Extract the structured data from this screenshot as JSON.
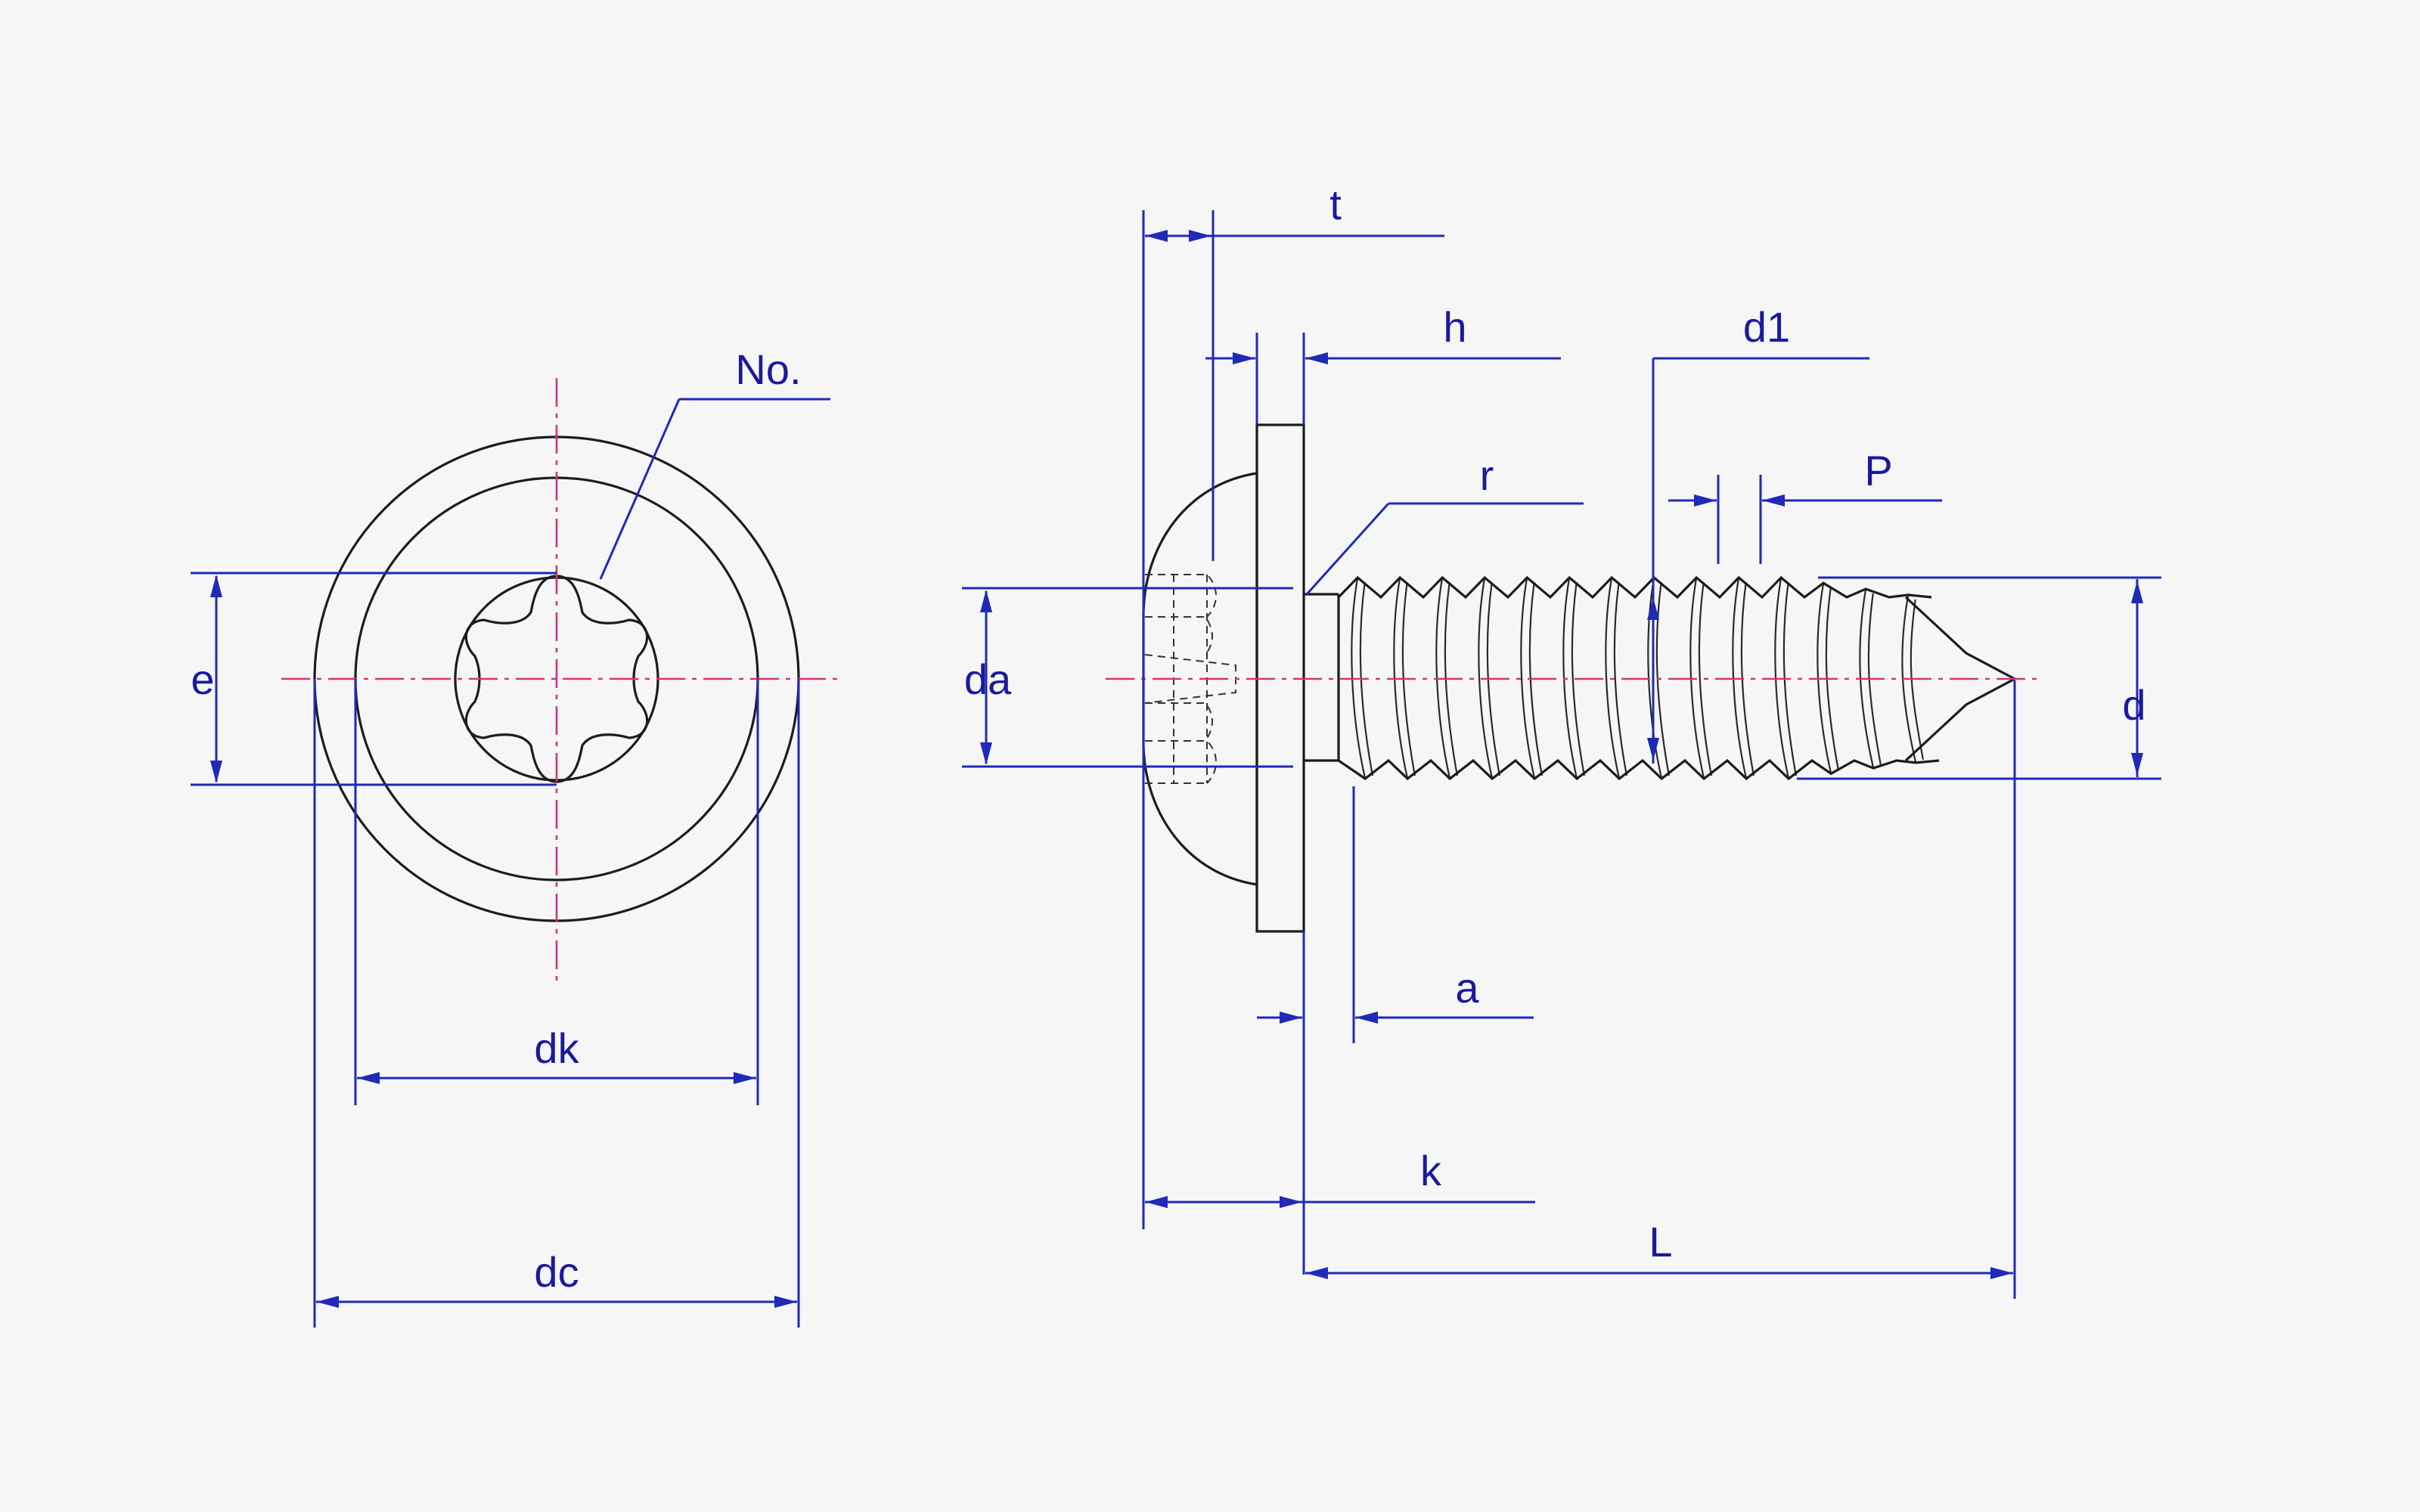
{
  "labels": {
    "e": "e",
    "dk": "dk",
    "dc": "dc",
    "no": "No.",
    "t": "t",
    "h": "h",
    "d1": "d1",
    "r": "r",
    "p": "P",
    "da": "da",
    "d": "d",
    "a": "a",
    "k": "k",
    "l": "L"
  },
  "colors": {
    "dimension_lines": "#1f2ab8",
    "label_text": "#1a1a9c",
    "center_lines": "#d6337a",
    "object_lines": "#1c1c1c",
    "background": "#f6f6f7"
  }
}
